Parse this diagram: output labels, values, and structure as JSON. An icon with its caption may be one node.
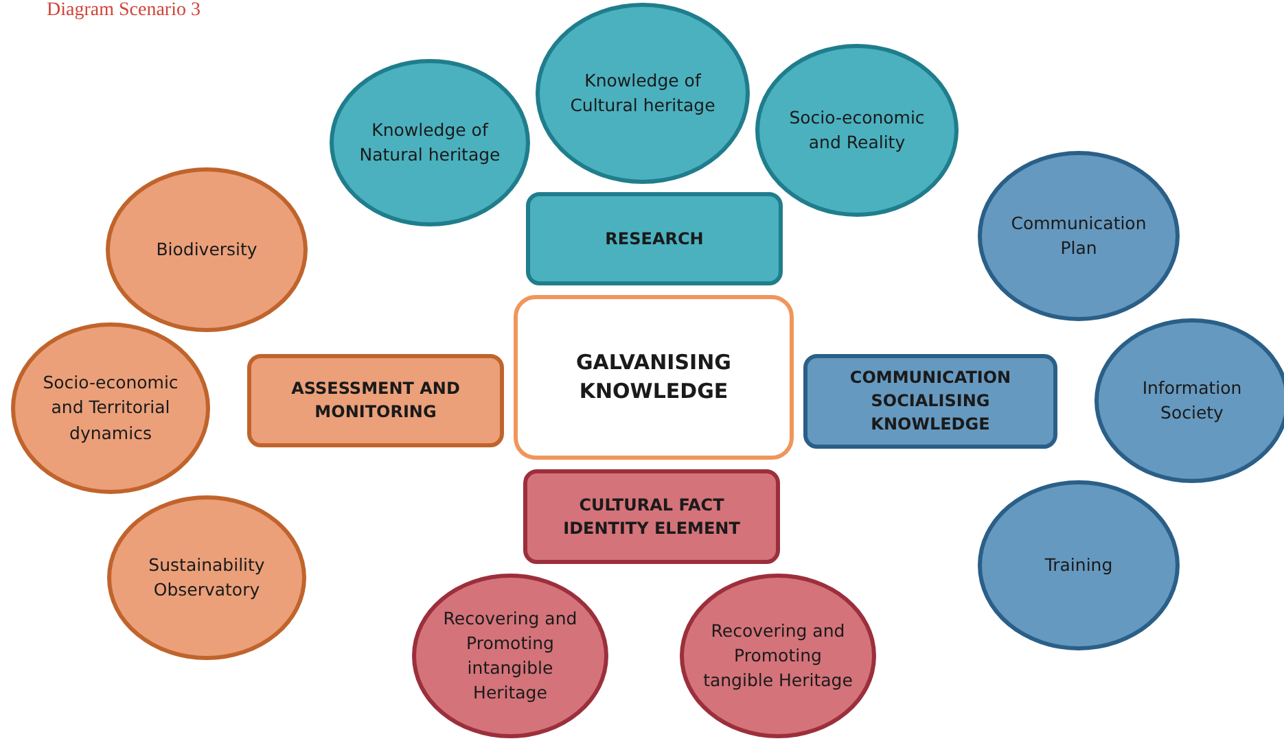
{
  "diagram": {
    "title": "Diagram Scenario 3",
    "nodes": [
      {
        "text": [
          "Knowledge of Natural heritage"
        ]
      },
      {
        "text": [
          "Knowledge of Cultural heritage"
        ]
      },
      {
        "text": [
          "Socio-economic and Reality"
        ]
      },
      {
        "text": [
          "RESEARCH"
        ]
      },
      {
        "text": [
          "Communication Plan"
        ]
      },
      {
        "text": [
          "Biodiversity"
        ]
      },
      {
        "text": [
          "GALVANISING KNOWLEDGE"
        ]
      },
      {
        "text": [
          "ASSESSMENT AND MONITORING"
        ]
      },
      {
        "text": [
          "COMMUNICATION SOCIALISING KNOWLEDGE"
        ]
      },
      {
        "text": [
          "Socio-economic and Territorial dynamics"
        ]
      },
      {
        "text": [
          "Information Society"
        ]
      },
      {
        "text": [
          "CULTURAL FACT IDENTITY ELEMENT"
        ]
      },
      {
        "text": [
          "Sustainability Observatory"
        ]
      },
      {
        "text": [
          "Training"
        ]
      },
      {
        "text": [
          "Recovering and Promoting intangible Heritage"
        ]
      },
      {
        "text": [
          "Recovering and Promoting tangible Heritage"
        ]
      }
    ],
    "edges": []
  }
}
